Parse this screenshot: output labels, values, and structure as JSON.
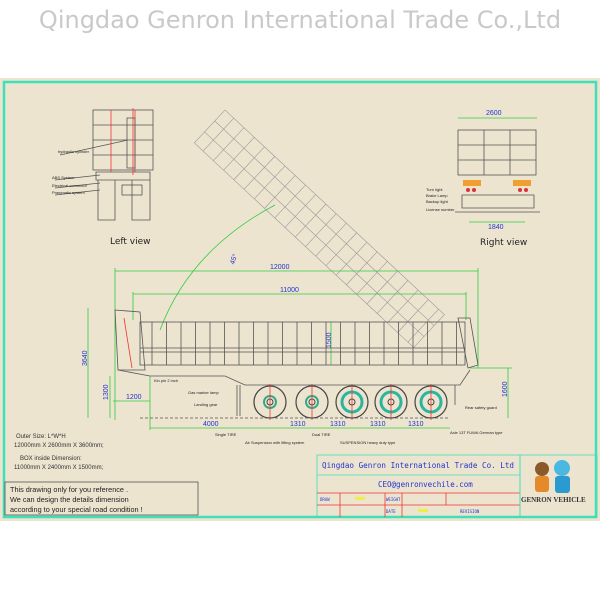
{
  "watermark": "Qingdao Genron International Trade Co.,Ltd",
  "left_view": {
    "title": "Left view",
    "labels": [
      "hydraulic cylinder",
      "ABS System",
      "Electrical connector",
      "Pneumatic system"
    ]
  },
  "right_view": {
    "title": "Right view",
    "width_dim": "2600",
    "track_dim": "1840",
    "labels": [
      "Turn light",
      "Brake Lamp",
      "Backup light",
      "License number"
    ]
  },
  "tipping_angle": "45°",
  "side_view": {
    "dims": {
      "overall_length": "12000",
      "box_length": "11000",
      "overall_height": "3640",
      "deck_height": "1300",
      "front_overhang": "1200",
      "kingpin_to_axle": "4000",
      "axle_spacing": [
        "1310",
        "1310",
        "1310",
        "1310"
      ],
      "box_height": "1500",
      "rear_height": "1600"
    },
    "labels": {
      "kingpin": "Kin pin 2 inch",
      "marker_lamp": "Gas marker lamp",
      "landing_gear": "Landing gear",
      "single_tire": "Single TIRE",
      "air_suspension": "Air Suspension with lifting system",
      "dual_tire": "Dual TIRE",
      "mech_suspension": "SUSPENSION heavy duty type",
      "rear_guard": "Rear safety guard",
      "axle": "Axle 13T FUWA German type"
    }
  },
  "specs": {
    "outer_label": "Outer Size: L*W*H",
    "outer_value": "12000mm X 2600mm X 3600mm;",
    "box_label": "BOX inside Dimension:",
    "box_value": "11000mm X 2400mm X 1500mm;"
  },
  "notice": [
    "This drawing only for you reference .",
    "We can design the details dimension",
    "according to your special road condition !"
  ],
  "title_block": {
    "company": "Qingdao Genron International Trade Co. Ltd",
    "email": "CEO@genronvechile.com",
    "draw_label": "DRAW",
    "weight_label": "WEIGHT",
    "date_label": "DATE",
    "revision_label": "REVISION",
    "logo_text": "GENRON VEHICLE"
  },
  "colors": {
    "paper": "#ede4d0",
    "border": "#3ee0b8",
    "dimension": "#2ecc40",
    "dimension_text": "#2233cc",
    "title_block_red": "#e33333"
  }
}
